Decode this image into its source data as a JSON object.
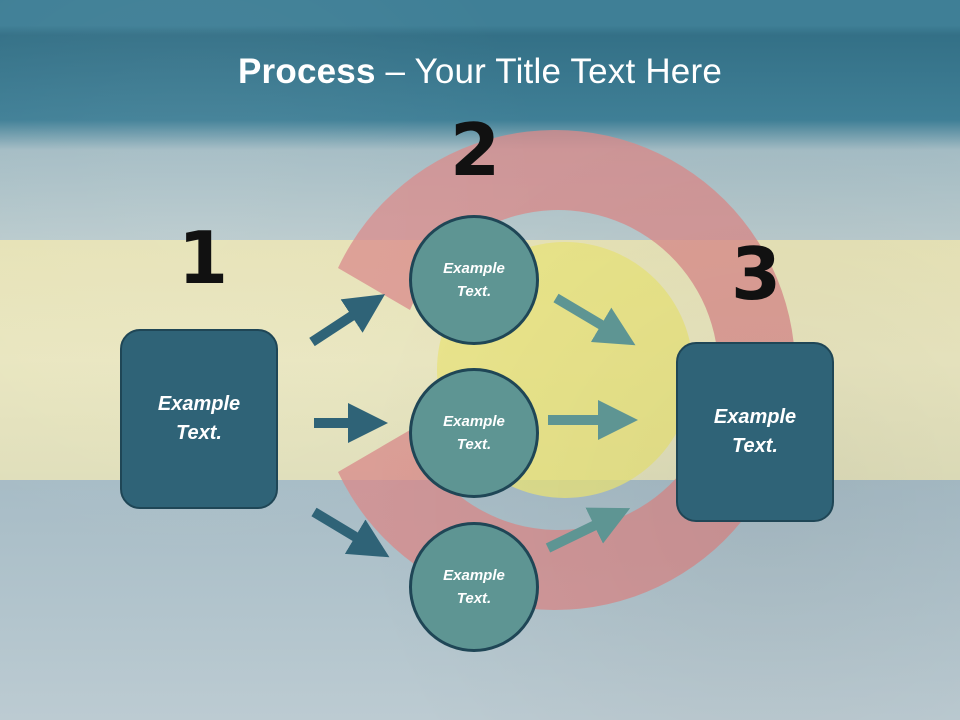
{
  "title": {
    "bold": "Process",
    "rest": " – Your Title Text Here"
  },
  "steps": {
    "one": "1",
    "two": "2",
    "three": "3"
  },
  "left_box": {
    "line1": "Example",
    "line2": "Text."
  },
  "right_box": {
    "line1": "Example",
    "line2": "Text."
  },
  "circles": [
    {
      "line1": "Example",
      "line2": "Text."
    },
    {
      "line1": "Example",
      "line2": "Text."
    },
    {
      "line1": "Example",
      "line2": "Text."
    }
  ],
  "colors": {
    "box_fill": "#2f6377",
    "circle_fill": "#5e9593",
    "arrow_dark": "#2f6377",
    "arrow_light": "#5e9593",
    "flag_red": "#d46b6b",
    "flag_yellow": "#e7e07a"
  }
}
